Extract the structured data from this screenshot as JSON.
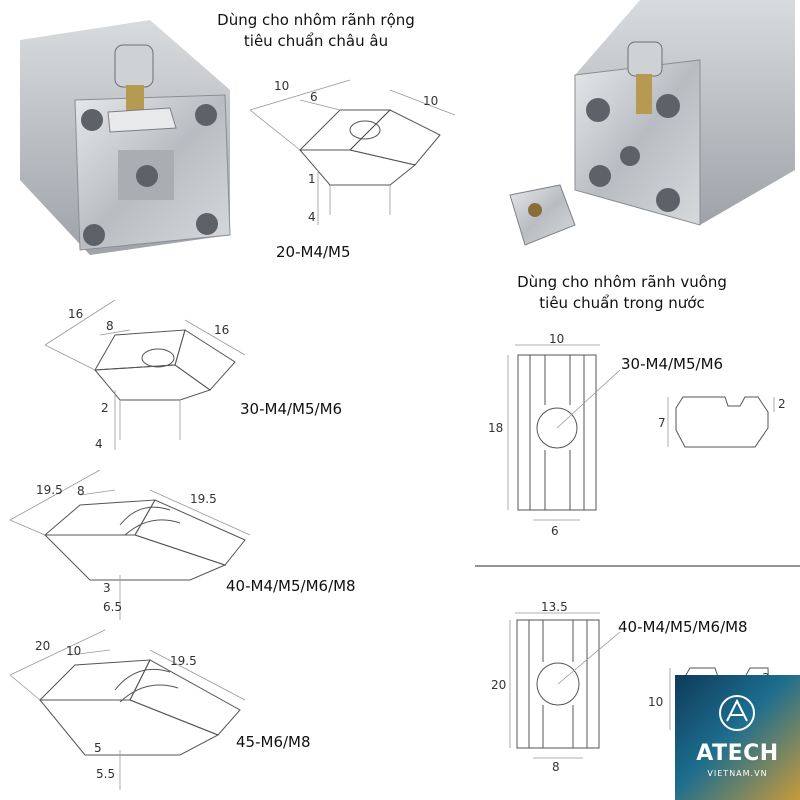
{
  "headings": {
    "euro": "Dùng cho nhôm rãnh rộng\ntiêu chuẩn châu âu",
    "domestic": "Dùng cho nhôm rãnh vuông\ntiêu chuẩn trong nước"
  },
  "models": {
    "m20": "20-M4/M5",
    "m30": "30-M4/M5/M6",
    "m40": "40-M4/M5/M6/M8",
    "m45": "45-M6/M8",
    "d30": "30-M4/M5/M6",
    "d40": "40-M4/M5/M6/M8"
  },
  "dims": {
    "m20": {
      "a": "10",
      "b": "6",
      "c": "10",
      "d": "1",
      "e": "4"
    },
    "m30": {
      "a": "16",
      "b": "8",
      "c": "16",
      "d": "2",
      "e": "4"
    },
    "m40": {
      "a": "19.5",
      "b": "8",
      "c": "19.5",
      "d": "3",
      "e": "6.5"
    },
    "m45": {
      "a": "20",
      "b": "10",
      "c": "19.5",
      "d": "5",
      "e": "5.5"
    },
    "d30": {
      "w": "10",
      "h": "18",
      "s": "6",
      "p": "7",
      "q": "2"
    },
    "d40": {
      "w": "13.5",
      "h": "20",
      "s": "8",
      "p": "10",
      "q": "3"
    }
  },
  "logo": {
    "name": "ATECH",
    "sub": "VIETNAM.VN"
  },
  "colors": {
    "aluminum": "#c9ccd0",
    "line": "#555555",
    "logo_start": "#0f3a5a",
    "logo_end": "#c89a3a"
  }
}
